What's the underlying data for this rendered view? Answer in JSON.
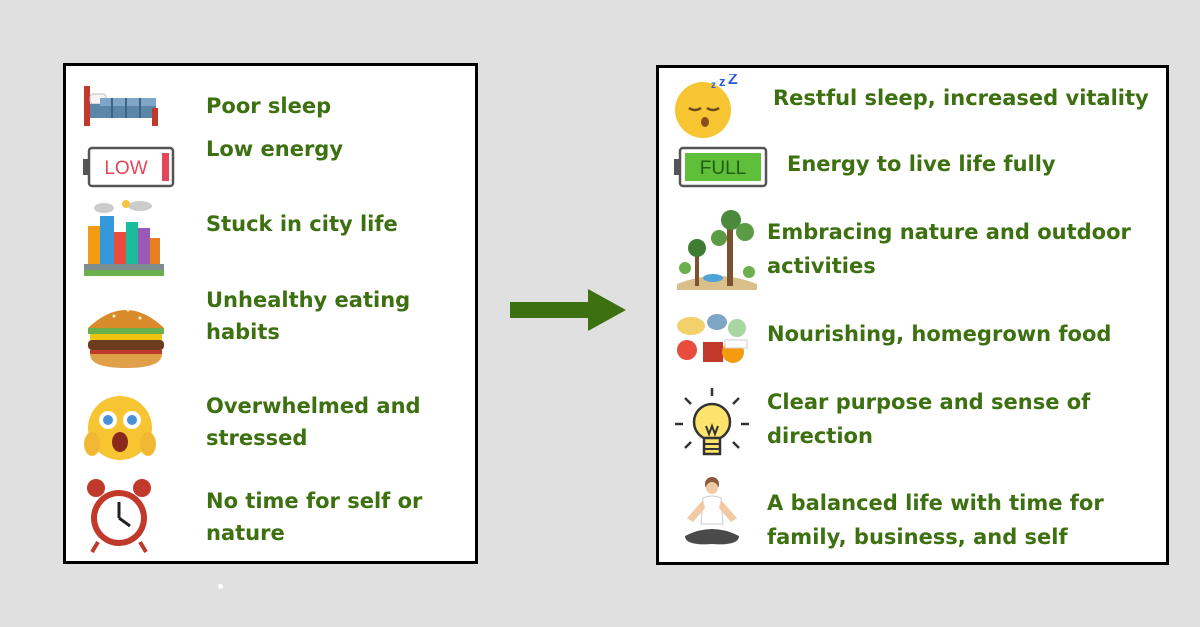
{
  "colors": {
    "text": "#3d7010",
    "arrow": "#3d7010",
    "background": "#e0e0e0",
    "panel": "#ffffff",
    "border": "#000000"
  },
  "before": {
    "items": [
      {
        "icon": "bed-icon",
        "label": "Poor sleep"
      },
      {
        "icon": "low-battery-icon",
        "badge": "LOW",
        "label": "Low energy"
      },
      {
        "icon": "city-icon",
        "label": "Stuck in city life"
      },
      {
        "icon": "burger-icon",
        "line1": "Unhealthy eating",
        "line2": "habits"
      },
      {
        "icon": "stressed-face-icon",
        "line1": "Overwhelmed and",
        "line2": "stressed"
      },
      {
        "icon": "alarm-clock-icon",
        "line1": "No time for self or",
        "line2": "nature"
      }
    ]
  },
  "after": {
    "items": [
      {
        "icon": "sleeping-face-icon",
        "label": "Restful sleep, increased vitality"
      },
      {
        "icon": "full-battery-icon",
        "badge": "FULL",
        "label": "Energy to live life fully"
      },
      {
        "icon": "nature-tree-icon",
        "line1": "Embracing nature and outdoor",
        "line2": "activities"
      },
      {
        "icon": "food-icon",
        "label": "Nourishing, homegrown food"
      },
      {
        "icon": "lightbulb-icon",
        "line1": "Clear purpose and sense of",
        "line2": "direction"
      },
      {
        "icon": "meditation-icon",
        "line1": "A balanced life with time for",
        "line2": "family, business, and self"
      }
    ]
  }
}
